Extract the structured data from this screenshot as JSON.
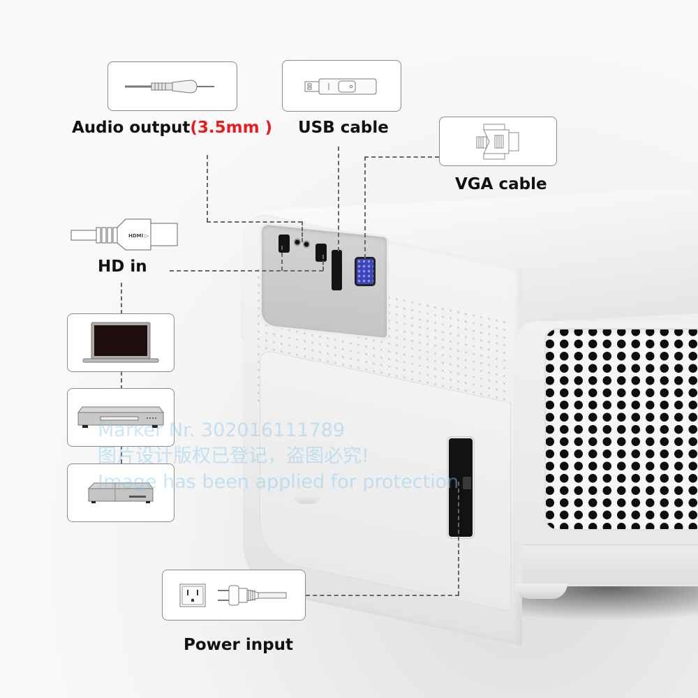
{
  "connectors": {
    "audio": {
      "label": "Audio output",
      "label_accent": "(3.5mm )",
      "icon": "audio-jack-cable-icon"
    },
    "usb": {
      "label": "USB cable",
      "icon": "usb-flash-drive-icon"
    },
    "vga": {
      "label": "VGA cable",
      "icon": "vga-connector-icon"
    },
    "hd": {
      "label": "HD in",
      "icon": "hdmi-plug-icon",
      "plug_text": "HDMI"
    },
    "power": {
      "label": "Power input",
      "icon": "power-plug-outlet-icon"
    }
  },
  "source_devices": [
    {
      "name": "laptop",
      "icon": "laptop-icon"
    },
    {
      "name": "dvd-player",
      "icon": "dvd-player-icon"
    },
    {
      "name": "set-top-box",
      "icon": "set-top-box-icon"
    }
  ],
  "watermark": {
    "line1": "Marker Nr. 302016111789",
    "line2": "图片设计版权已登记，盗图必究!",
    "line3": "Image has been applied for protection"
  },
  "colors": {
    "accent_red": "#e41e1e",
    "vga_blue": "#3b46b8",
    "label_black": "#111111",
    "dash_gray": "#666666"
  }
}
